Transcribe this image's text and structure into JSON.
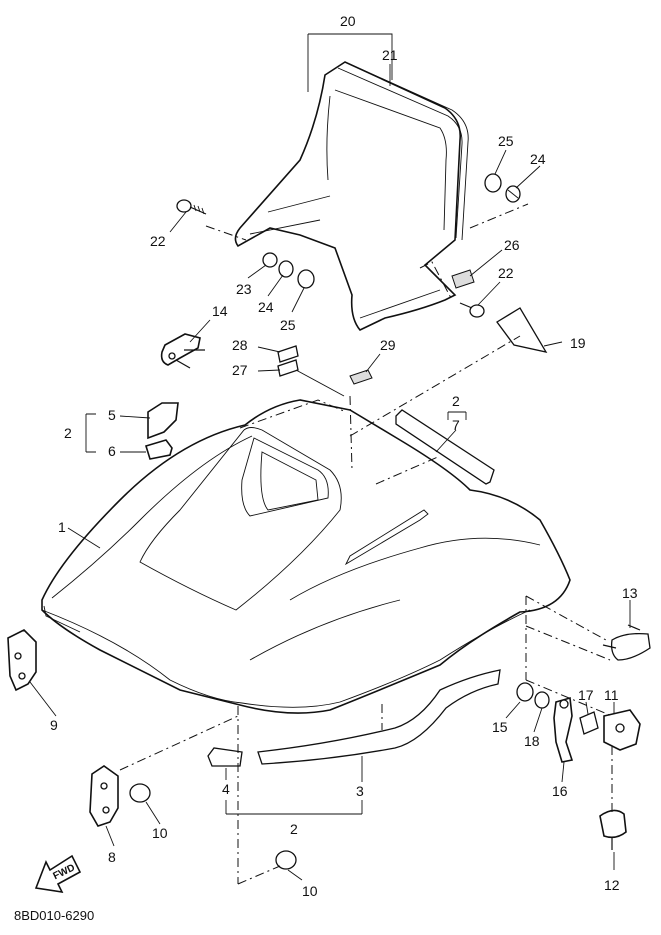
{
  "diagram_code": "8BD010-6290",
  "fwd_label": "FWD",
  "callouts": [
    {
      "id": "c20",
      "text": "20"
    },
    {
      "id": "c21",
      "text": "21"
    },
    {
      "id": "c25a",
      "text": "25"
    },
    {
      "id": "c24a",
      "text": "24"
    },
    {
      "id": "c22a",
      "text": "22"
    },
    {
      "id": "c23",
      "text": "23"
    },
    {
      "id": "c24b",
      "text": "24"
    },
    {
      "id": "c25b",
      "text": "25"
    },
    {
      "id": "c26",
      "text": "26"
    },
    {
      "id": "c22b",
      "text": "22"
    },
    {
      "id": "c19",
      "text": "19"
    },
    {
      "id": "c14",
      "text": "14"
    },
    {
      "id": "c28",
      "text": "28"
    },
    {
      "id": "c27",
      "text": "27"
    },
    {
      "id": "c29",
      "text": "29"
    },
    {
      "id": "c5",
      "text": "5"
    },
    {
      "id": "c2a",
      "text": "2"
    },
    {
      "id": "c6",
      "text": "6"
    },
    {
      "id": "c2b",
      "text": "2"
    },
    {
      "id": "c7",
      "text": "7"
    },
    {
      "id": "c1",
      "text": "1"
    },
    {
      "id": "c13",
      "text": "13"
    },
    {
      "id": "c9",
      "text": "9"
    },
    {
      "id": "c17",
      "text": "17"
    },
    {
      "id": "c11",
      "text": "11"
    },
    {
      "id": "c15",
      "text": "15"
    },
    {
      "id": "c18",
      "text": "18"
    },
    {
      "id": "c16",
      "text": "16"
    },
    {
      "id": "c4",
      "text": "4"
    },
    {
      "id": "c3",
      "text": "3"
    },
    {
      "id": "c10a",
      "text": "10"
    },
    {
      "id": "c2c",
      "text": "2"
    },
    {
      "id": "c8",
      "text": "8"
    },
    {
      "id": "c12",
      "text": "12"
    },
    {
      "id": "c10b",
      "text": "10"
    }
  ]
}
